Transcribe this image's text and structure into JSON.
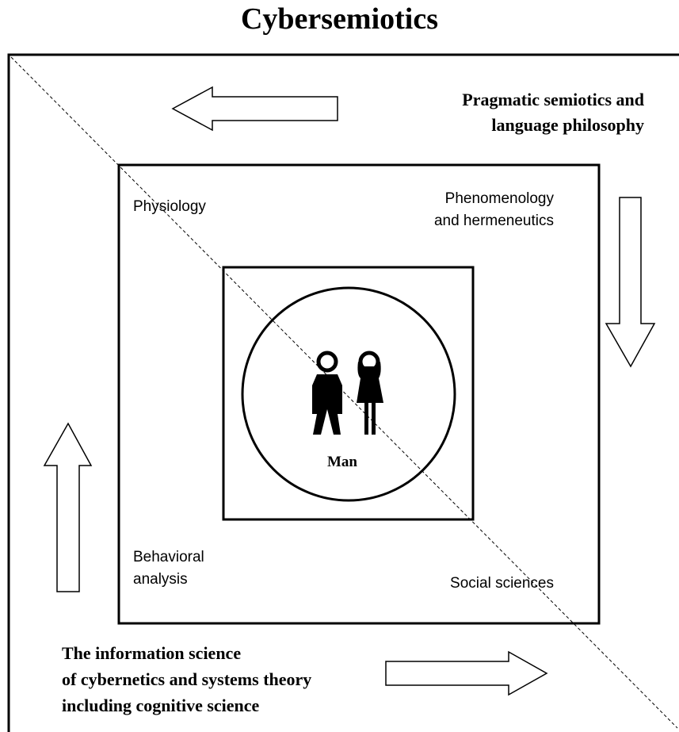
{
  "title": "Cybersemiotics",
  "corner_labels": {
    "top_right": [
      "Pragmatic semiotics and",
      "language philosophy"
    ],
    "bottom_left": [
      "The information science",
      "of cybernetics and systems theory",
      "including cognitive science"
    ]
  },
  "inner_labels": {
    "top_left": "Physiology",
    "top_right": [
      "Phenomenology",
      "and hermeneutics"
    ],
    "bottom_left": [
      "Behavioral",
      "analysis"
    ],
    "bottom_right": "Social sciences"
  },
  "center_label": "Man",
  "icons": [
    "man-figure-icon",
    "woman-figure-icon"
  ],
  "arrows": [
    "arrow-left",
    "arrow-down",
    "arrow-up",
    "arrow-right"
  ],
  "colors": {
    "line": "#000000",
    "background": "#ffffff"
  }
}
